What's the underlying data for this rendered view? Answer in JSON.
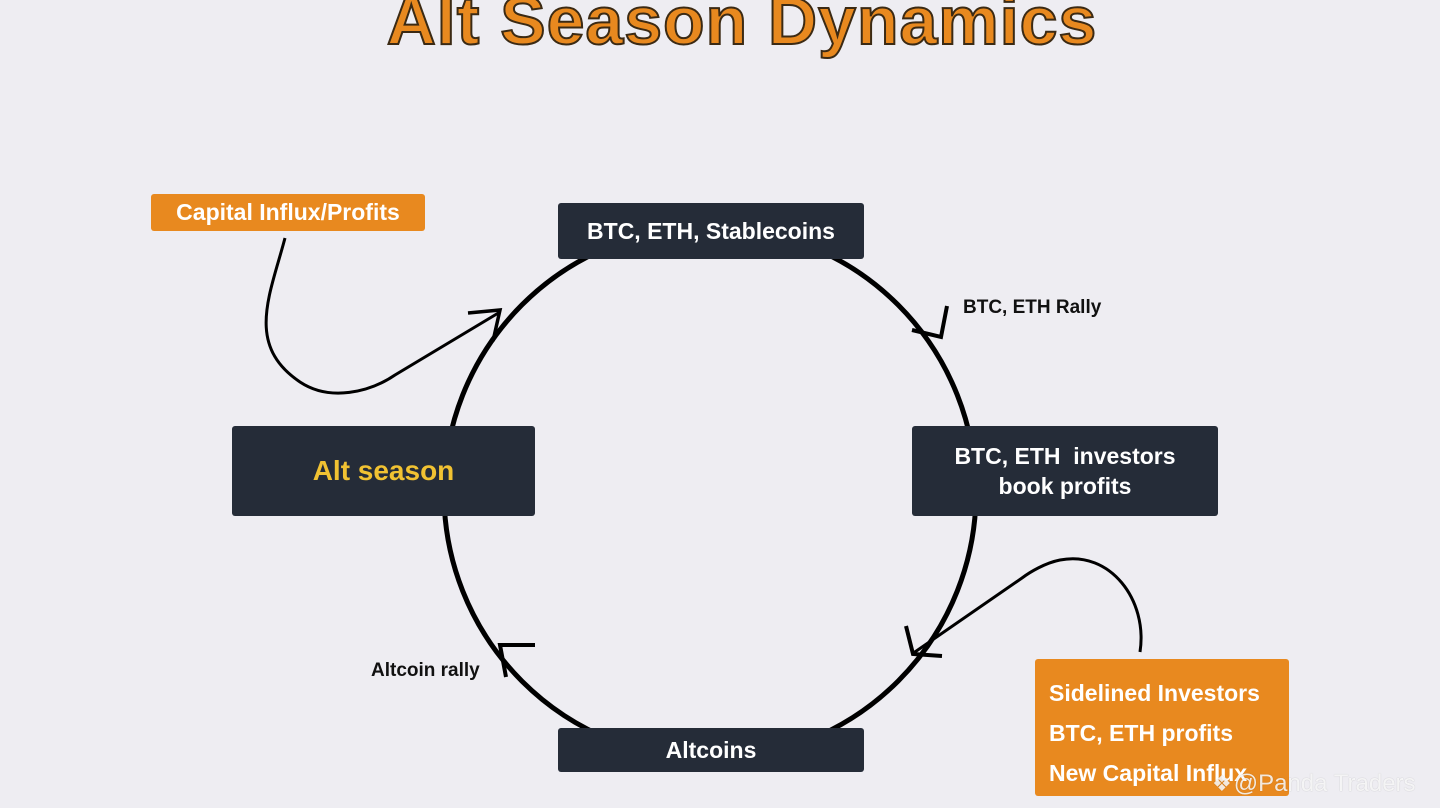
{
  "title": "Alt Season Dynamics",
  "nodes": {
    "top": "BTC, ETH, Stablecoins",
    "right_line1": "BTC, ETH  investors",
    "right_line2": "book profits",
    "left": "Alt season",
    "bottom": "Altcoins"
  },
  "tags": {
    "capital": "Capital Influx/Profits",
    "sidelined": [
      "Sidelined Investors",
      "BTC, ETH profits",
      "New Capital Influx"
    ]
  },
  "edge_labels": {
    "btc_eth_rally": "BTC, ETH Rally",
    "altcoin_rally": "Altcoin rally"
  },
  "watermark": "@Panda Traders",
  "colors": {
    "background": "#EEEDF2",
    "accent_orange": "#E8891F",
    "node_dark": "#252C38",
    "alt_season_text": "#F1C232"
  }
}
